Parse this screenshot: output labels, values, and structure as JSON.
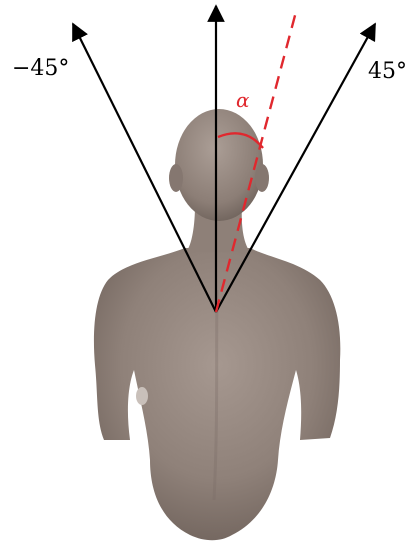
{
  "labels": {
    "left_angle": "−45°",
    "right_angle": "45°",
    "alpha": "α"
  },
  "colors": {
    "arrows": "#000000",
    "measured_direction": "#e0282e",
    "body": "#8f8179",
    "background": "#ffffff"
  }
}
